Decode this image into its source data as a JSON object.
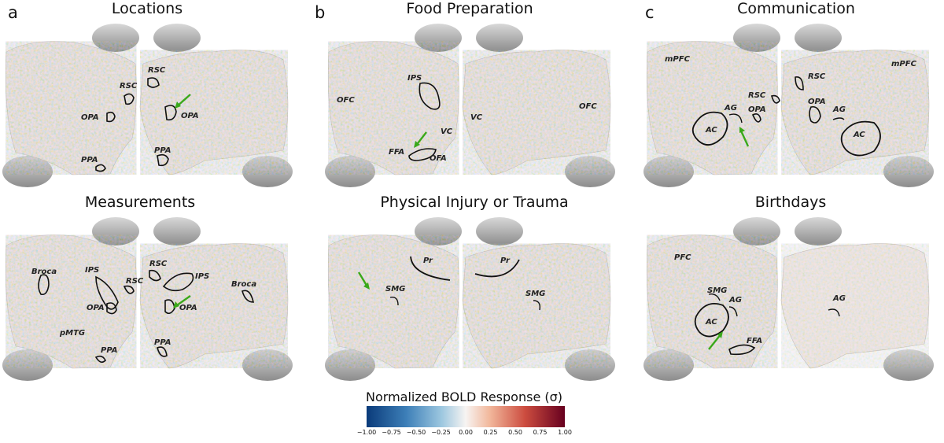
{
  "panels": [
    {
      "letter": "a",
      "maps": [
        {
          "title": "Locations"
        },
        {
          "title": "Measurements"
        }
      ]
    },
    {
      "letter": "b",
      "maps": [
        {
          "title": "Food Preparation"
        },
        {
          "title": "Physical Injury or Trauma"
        }
      ]
    },
    {
      "letter": "c",
      "maps": [
        {
          "title": "Communication"
        },
        {
          "title": "Birthdays"
        }
      ]
    }
  ],
  "rois": {
    "locations": [
      "RSC",
      "RSC",
      "OPA",
      "OPA",
      "PPA",
      "PPA"
    ],
    "measurements": [
      "Broca",
      "IPS",
      "RSC",
      "OPA",
      "pMTG",
      "PPA",
      "RSC",
      "IPS",
      "Broca",
      "OPA",
      "PPA"
    ],
    "food": [
      "IPS",
      "OFC",
      "VC",
      "FFA",
      "OFA",
      "VC",
      "OFC"
    ],
    "injury": [
      "Pr",
      "SMG",
      "Pr",
      "SMG"
    ],
    "communication": [
      "mPFC",
      "RSC",
      "AG",
      "OPA",
      "AC",
      "mPFC",
      "RSC",
      "OPA",
      "AG",
      "AC"
    ],
    "birthdays": [
      "PFC",
      "SMG",
      "AG",
      "AC",
      "FFA",
      "AG"
    ]
  },
  "colorbar": {
    "title": "Normalized BOLD Response (σ)",
    "ticks": [
      "−1.00",
      "−0.75",
      "−0.50",
      "−0.25",
      "0.00",
      "0.25",
      "0.50",
      "0.75",
      "1.00"
    ],
    "colors": {
      "neg": "#0a3b7a",
      "mid": "#f7f4f2",
      "pos": "#67001f"
    }
  },
  "annotations": {
    "arrow_color": "#3aa81a",
    "outline_color": "#111111"
  }
}
